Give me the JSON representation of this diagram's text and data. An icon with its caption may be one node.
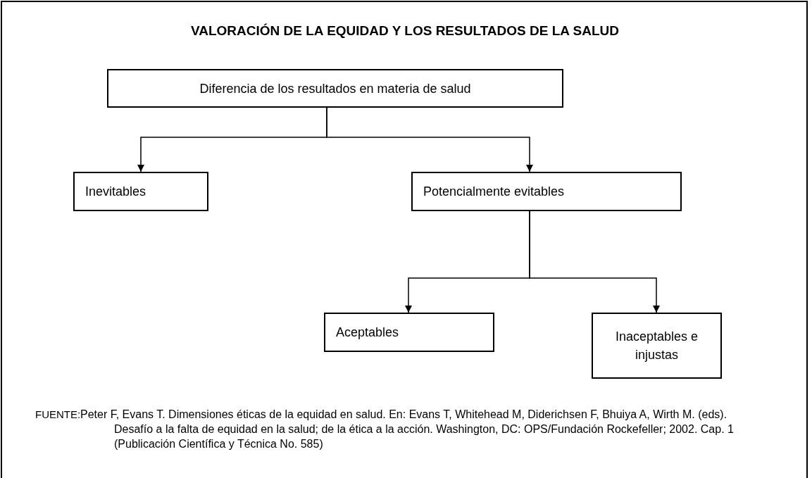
{
  "diagram": {
    "title": "VALORACIÓN DE LA EQUIDAD Y LOS RESULTADOS DE LA SALUD",
    "nodes": [
      {
        "text": [
          "Diferencia de los resultados en materia de salud"
        ]
      },
      {
        "text": [
          "Inevitables"
        ]
      },
      {
        "text": [
          "Potencialmente evitables"
        ]
      },
      {
        "text": [
          "Aceptables"
        ]
      },
      {
        "text": [
          "Inaceptables e injustas"
        ]
      }
    ],
    "edges": [
      {
        "from": 0,
        "to": 1,
        "arrow": "to"
      },
      {
        "from": 0,
        "to": 2,
        "arrow": "to"
      },
      {
        "from": 2,
        "to": 3,
        "arrow": "to"
      },
      {
        "from": 2,
        "to": 4,
        "arrow": "to"
      }
    ],
    "labels": [
      "FUENTE:",
      "Peter F, Evans T. Dimensiones éticas de la equidad en salud. En: Evans T, Whitehead M, Diderichsen  F, Bhuiya A, Wirth M. (eds). Desafío a la falta de equidad en la salud; de la ética a la acción. Washington, DC: OPS/Fundación Rockefeller; 2002. Cap. 1 (Publicación Científica y Técnica No. 585)"
    ]
  }
}
